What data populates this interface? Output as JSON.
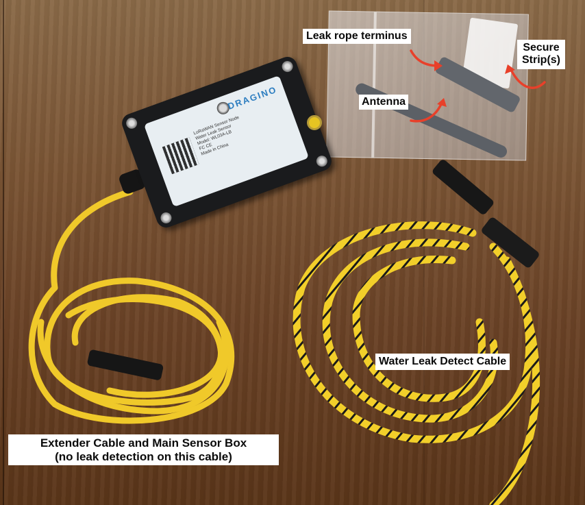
{
  "image": {
    "description": "Photo of a Dragino LoRaWAN water leak sensor kit on a wooden table with annotation labels",
    "background_color": "#6e4a2c"
  },
  "device": {
    "brand": "DRAGINO",
    "label_lines": [
      "LoRaWAN Sensor Node",
      "Water Leak Sensor",
      "Model: WL03A-LB"
    ],
    "marks": "FC CE",
    "origin": "Made in China",
    "brand_color": "#2c7dc0"
  },
  "annotations": {
    "leak_rope_terminus": "Leak rope terminus",
    "secure_strip_line1": "Secure",
    "secure_strip_line2": "Strip(s)",
    "antenna": "Antenna",
    "water_leak_cable": "Water Leak Detect Cable",
    "extender_line1": "Extender Cable and Main Sensor Box",
    "extender_line2": "(no leak detection on this cable)"
  },
  "colors": {
    "arrow": "#e8402a",
    "cable_yellow": "#f2cf2a",
    "cable_stripe": "#1a1a1a",
    "caption_bg": "#ffffff",
    "caption_text": "#0a0a0a"
  }
}
